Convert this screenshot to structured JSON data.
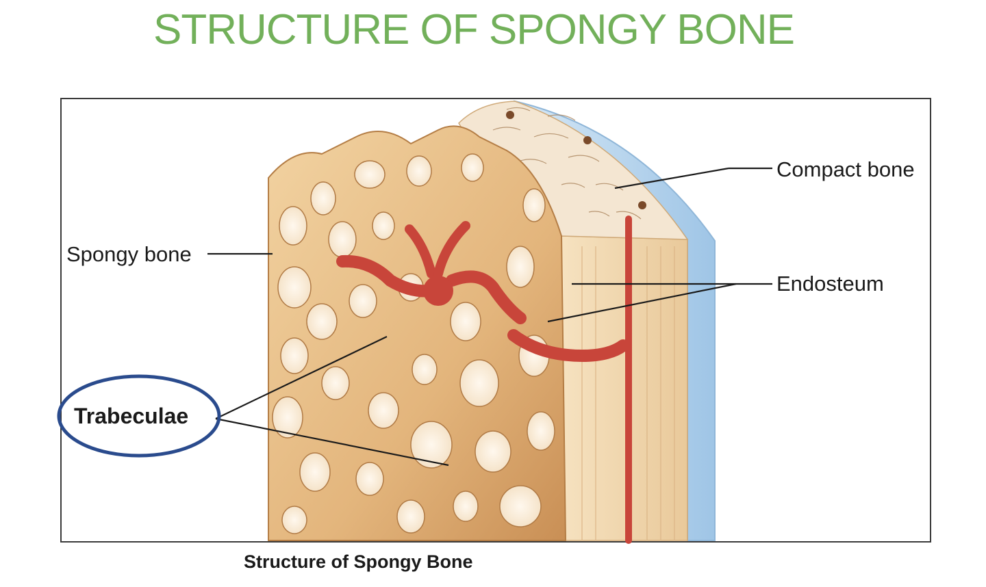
{
  "title": "STRUCTURE OF SPONGY BONE",
  "caption": "Structure of Spongy Bone",
  "labels": {
    "compact_bone": "Compact bone",
    "spongy_bone": "Spongy bone",
    "endosteum": "Endosteum",
    "trabeculae": "Trabeculae"
  },
  "colors": {
    "title": "#72b05a",
    "bone": "#e8c08c",
    "bone_dark": "#c9925a",
    "vessel": "#c8453a",
    "periosteum": "#b9d7ef",
    "highlight_ellipse": "#2a4b8d"
  }
}
